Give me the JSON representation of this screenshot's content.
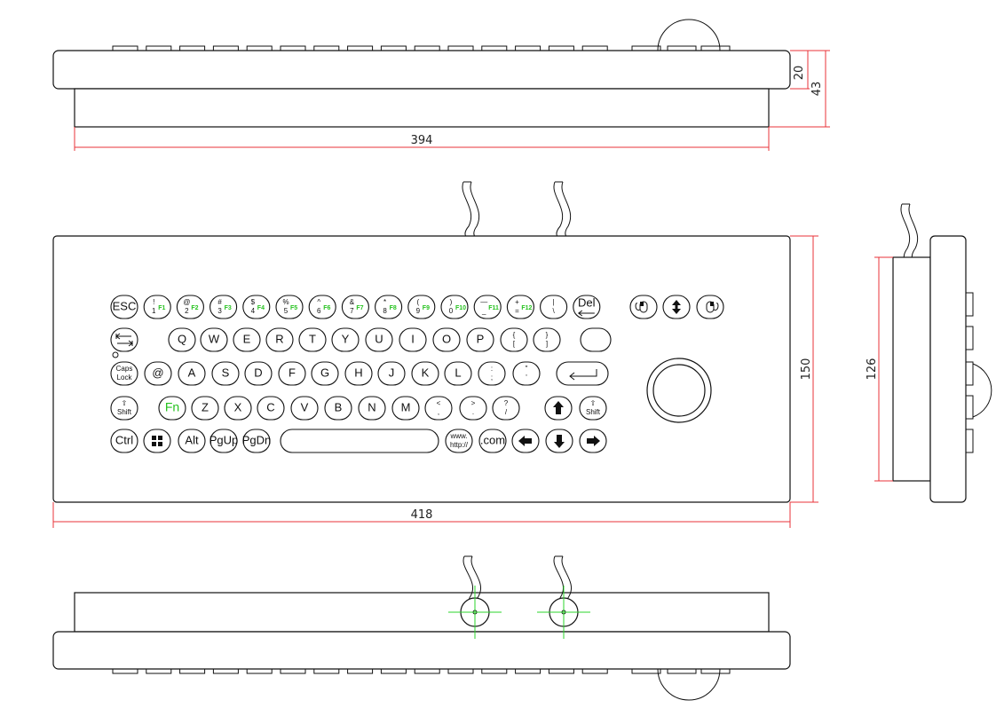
{
  "dimensions": {
    "top_view_height_small": "20",
    "top_view_height_total": "43",
    "top_view_width": "394",
    "front_width": "418",
    "front_height": "150",
    "side_height": "126"
  },
  "keyboard": {
    "rows": [
      [
        {
          "main": "ESC"
        },
        {
          "top": "!",
          "bottom": "1",
          "fn": "F1"
        },
        {
          "top": "@",
          "bottom": "2",
          "fn": "F2"
        },
        {
          "top": "#",
          "bottom": "3",
          "fn": "F3"
        },
        {
          "top": "$",
          "bottom": "4",
          "fn": "F4"
        },
        {
          "top": "%",
          "bottom": "5",
          "fn": "F5"
        },
        {
          "top": "^",
          "bottom": "6",
          "fn": "F6"
        },
        {
          "top": "&",
          "bottom": "7",
          "fn": "F7"
        },
        {
          "top": "*",
          "bottom": "8",
          "fn": "F8"
        },
        {
          "top": "(",
          "bottom": "9",
          "fn": "F9"
        },
        {
          "top": ")",
          "bottom": "0",
          "fn": "F10"
        },
        {
          "top": "—",
          "bottom": "_",
          "fn": "F11"
        },
        {
          "top": "+",
          "bottom": "=",
          "fn": "F12"
        },
        {
          "top": "|",
          "bottom": "\\"
        },
        {
          "main": "Del",
          "icon": "backspace-arrow-icon"
        }
      ],
      [
        {
          "icon": "tab-arrow-icon"
        },
        {
          "main": "Q"
        },
        {
          "main": "W"
        },
        {
          "main": "E"
        },
        {
          "main": "R"
        },
        {
          "main": "T"
        },
        {
          "main": "Y"
        },
        {
          "main": "U"
        },
        {
          "main": "I"
        },
        {
          "main": "O"
        },
        {
          "main": "P"
        },
        {
          "top": "{",
          "bottom": "["
        },
        {
          "top": "}",
          "bottom": "]"
        },
        {
          "main": ""
        }
      ],
      [
        {
          "top": "Caps",
          "bottom": "Lock"
        },
        {
          "main": "@"
        },
        {
          "main": "A"
        },
        {
          "main": "S"
        },
        {
          "main": "D"
        },
        {
          "main": "F"
        },
        {
          "main": "G"
        },
        {
          "main": "H"
        },
        {
          "main": "J"
        },
        {
          "main": "K"
        },
        {
          "main": "L"
        },
        {
          "top": ":",
          "bottom": ";"
        },
        {
          "top": "\"",
          "bottom": "'"
        },
        {
          "icon": "enter-arrow-icon"
        }
      ],
      [
        {
          "top": "⇧",
          "bottom": "Shift"
        },
        {
          "main": "Fn",
          "green": true
        },
        {
          "main": "Z"
        },
        {
          "main": "X"
        },
        {
          "main": "C"
        },
        {
          "main": "V"
        },
        {
          "main": "B"
        },
        {
          "main": "N"
        },
        {
          "main": "M"
        },
        {
          "top": "<",
          "bottom": ","
        },
        {
          "top": ">",
          "bottom": "."
        },
        {
          "top": "?",
          "bottom": "/"
        },
        {
          "icon": "arrow-up-icon"
        },
        {
          "top": "⇧",
          "bottom": "Shift"
        }
      ],
      [
        {
          "main": "Ctrl"
        },
        {
          "icon": "windows-logo-icon"
        },
        {
          "main": "Alt"
        },
        {
          "main": "PgUp"
        },
        {
          "main": "PgDn"
        },
        {
          "main": "",
          "space": true
        },
        {
          "top": "www.",
          "bottom": "http://"
        },
        {
          "main": ".com"
        },
        {
          "icon": "arrow-left-icon"
        },
        {
          "icon": "arrow-down-icon"
        },
        {
          "icon": "arrow-right-icon"
        }
      ]
    ],
    "mouse_buttons": [
      {
        "icon": "left-mouse-button-icon"
      },
      {
        "icon": "scroll-icon"
      },
      {
        "icon": "right-mouse-button-icon"
      }
    ],
    "trackball_icon": "trackball-icon"
  }
}
